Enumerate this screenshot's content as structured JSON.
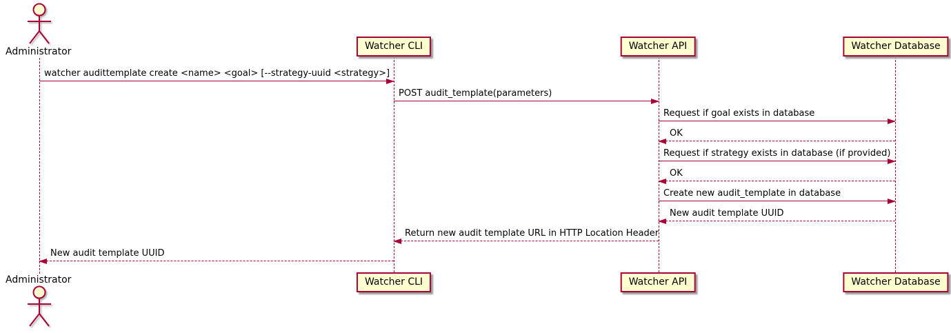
{
  "diagram": {
    "type": "sequence-diagram",
    "colors": {
      "accent": "#A80036",
      "participant_fill": "#FEFECE",
      "shadow": "#9a9a9a",
      "text": "#000000",
      "background": "#ffffff"
    },
    "actor": {
      "label": "Administrator"
    },
    "participants": [
      {
        "label": "Watcher CLI"
      },
      {
        "label": "Watcher API"
      },
      {
        "label": "Watcher Database"
      }
    ],
    "messages": [
      {
        "from": "Administrator",
        "to": "Watcher CLI",
        "style": "solid",
        "label": "watcher audittemplate create <name> <goal> [--strategy-uuid <strategy>]"
      },
      {
        "from": "Watcher CLI",
        "to": "Watcher API",
        "style": "solid",
        "label": "POST audit_template(parameters)"
      },
      {
        "from": "Watcher API",
        "to": "Watcher Database",
        "style": "solid",
        "label": "Request if goal exists in database"
      },
      {
        "from": "Watcher Database",
        "to": "Watcher API",
        "style": "dashed",
        "label": "OK"
      },
      {
        "from": "Watcher API",
        "to": "Watcher Database",
        "style": "solid",
        "label": "Request if strategy exists in database (if provided)"
      },
      {
        "from": "Watcher Database",
        "to": "Watcher API",
        "style": "dashed",
        "label": "OK"
      },
      {
        "from": "Watcher API",
        "to": "Watcher Database",
        "style": "solid",
        "label": "Create new audit_template in database"
      },
      {
        "from": "Watcher Database",
        "to": "Watcher API",
        "style": "dashed",
        "label": "New audit template UUID"
      },
      {
        "from": "Watcher API",
        "to": "Watcher CLI",
        "style": "dashed",
        "label": "Return new audit template URL in HTTP Location Header"
      },
      {
        "from": "Watcher CLI",
        "to": "Administrator",
        "style": "dashed",
        "label": "New audit template UUID"
      }
    ]
  }
}
